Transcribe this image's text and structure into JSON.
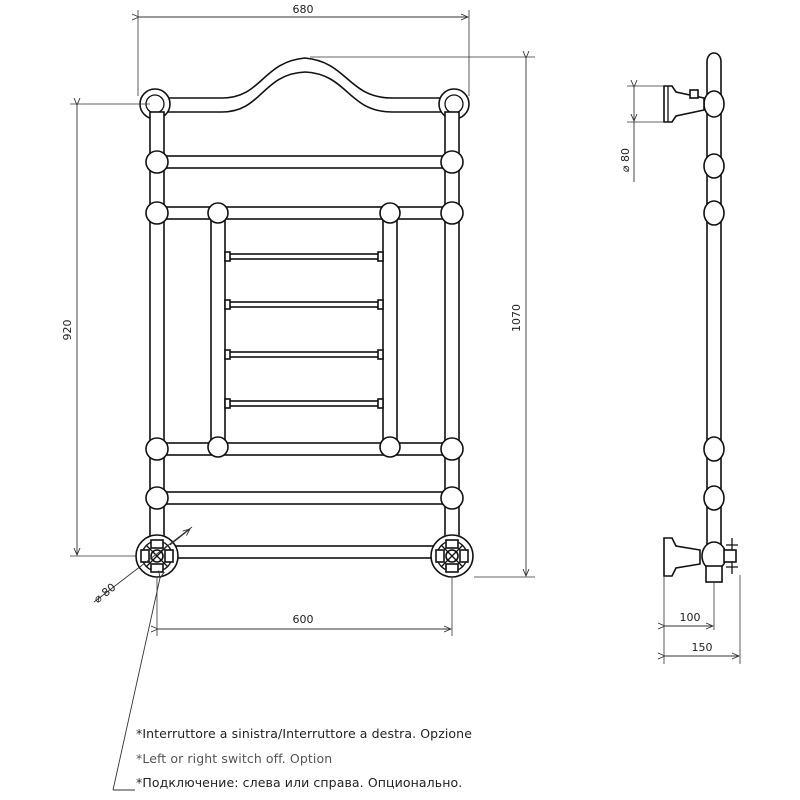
{
  "dimensions": {
    "overall_width": "680",
    "pipe_centers_width": "600",
    "pipe_height": "920",
    "overall_height": "1070",
    "front_connection_diameter": "⌀ 80",
    "side_connection_diameter": "⌀ 80",
    "wall_distance_pipe": "100",
    "wall_distance_total": "150"
  },
  "notes": [
    "*Interruttore a sinistra/Interruttore a destra. Opzione",
    "*Left or right switch off. Option",
    "*Подключение: слева или справа. Опционально."
  ]
}
